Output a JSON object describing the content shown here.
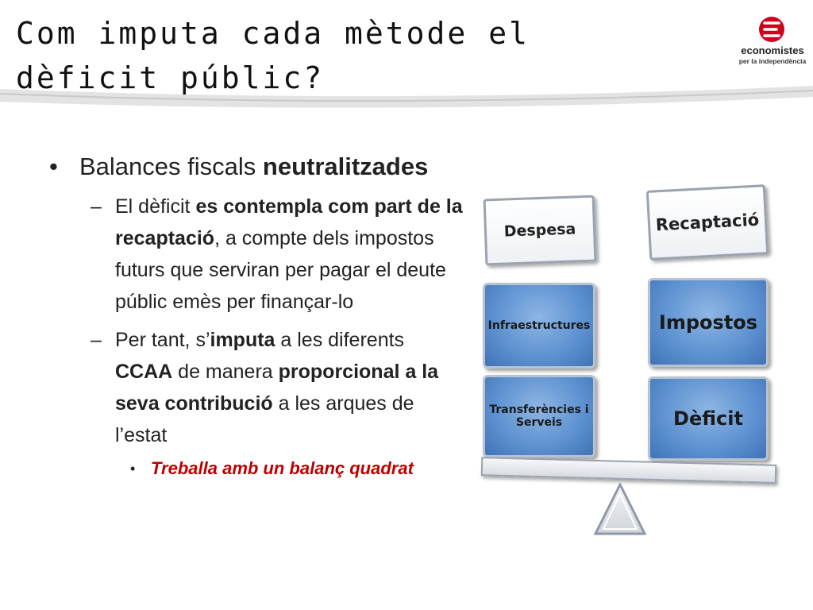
{
  "slide": {
    "title_line1": "Com imputa cada mètode el",
    "title_line2": "dèficit públic?"
  },
  "logo": {
    "name": "economistes",
    "sub": "per la independència"
  },
  "bullets": {
    "l1_text": "Balances fiscals ",
    "l1_bold": "neutralitzades",
    "item1": {
      "t1": "El dèficit ",
      "b1": "es contempla com part de la recaptació",
      "t2": ", a compte dels impostos futurs que serviran per pagar el deute públic emès per finançar-lo"
    },
    "item2": {
      "t1": "Per tant, s’",
      "b1": "imputa",
      "t2": " a les diferents ",
      "b2": "CCAA",
      "t3": " de manera ",
      "b3": "proporcional a la seva contribució",
      "t4": " a les arques de l’estat"
    },
    "sub": "Treballa amb un balanç quadrat"
  },
  "diagram": {
    "despesa": "Despesa",
    "recaptacio": "Recaptació",
    "infra": "Infraestructures",
    "transf": "Transferències i Serveis",
    "impostos": "Impostos",
    "deficit": "Dèficit"
  }
}
